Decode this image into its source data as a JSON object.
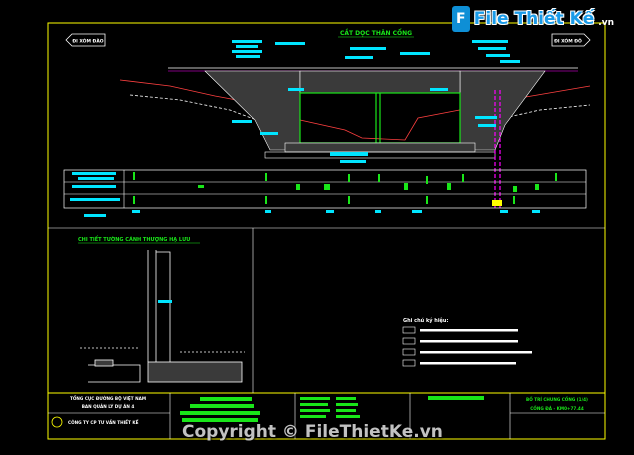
{
  "drawing": {
    "title_main": "CẮT DỌC THÂN CỐNG",
    "arrow_left": "ĐI XÓM ĐÀO",
    "arrow_right": "ĐI XÓM ĐÔ",
    "detail_title": "CHI TIẾT TƯỜNG CÁNH THƯỢNG HẠ LƯU",
    "notes_title": "Ghi chú ký hiệu:"
  },
  "title_block": {
    "org_line1": "TỔNG CỤC ĐƯỜNG BỘ VIỆT NAM",
    "org_line2": "BAN QUẢN LÝ DỰ ÁN 4",
    "consultant": "CÔNG TY CP TƯ VẤN THIẾT KẾ",
    "sheet_line1": "BỐ TRÍ CHUNG CỐNG (1/4)",
    "sheet_line2": "CỐNG ĐÁ - KM0+77.44"
  },
  "brand": {
    "logo": "F",
    "name": "File Thiết Kế",
    "domain": ".vn"
  },
  "watermark": {
    "copyright": "Copyright © FileThietKe.vn"
  },
  "colors": {
    "background": "#000000",
    "frame": "#ffff00",
    "cyan": "#00e5ff",
    "green": "#19e619",
    "magenta": "#ff00ff",
    "red": "#ff4040"
  }
}
